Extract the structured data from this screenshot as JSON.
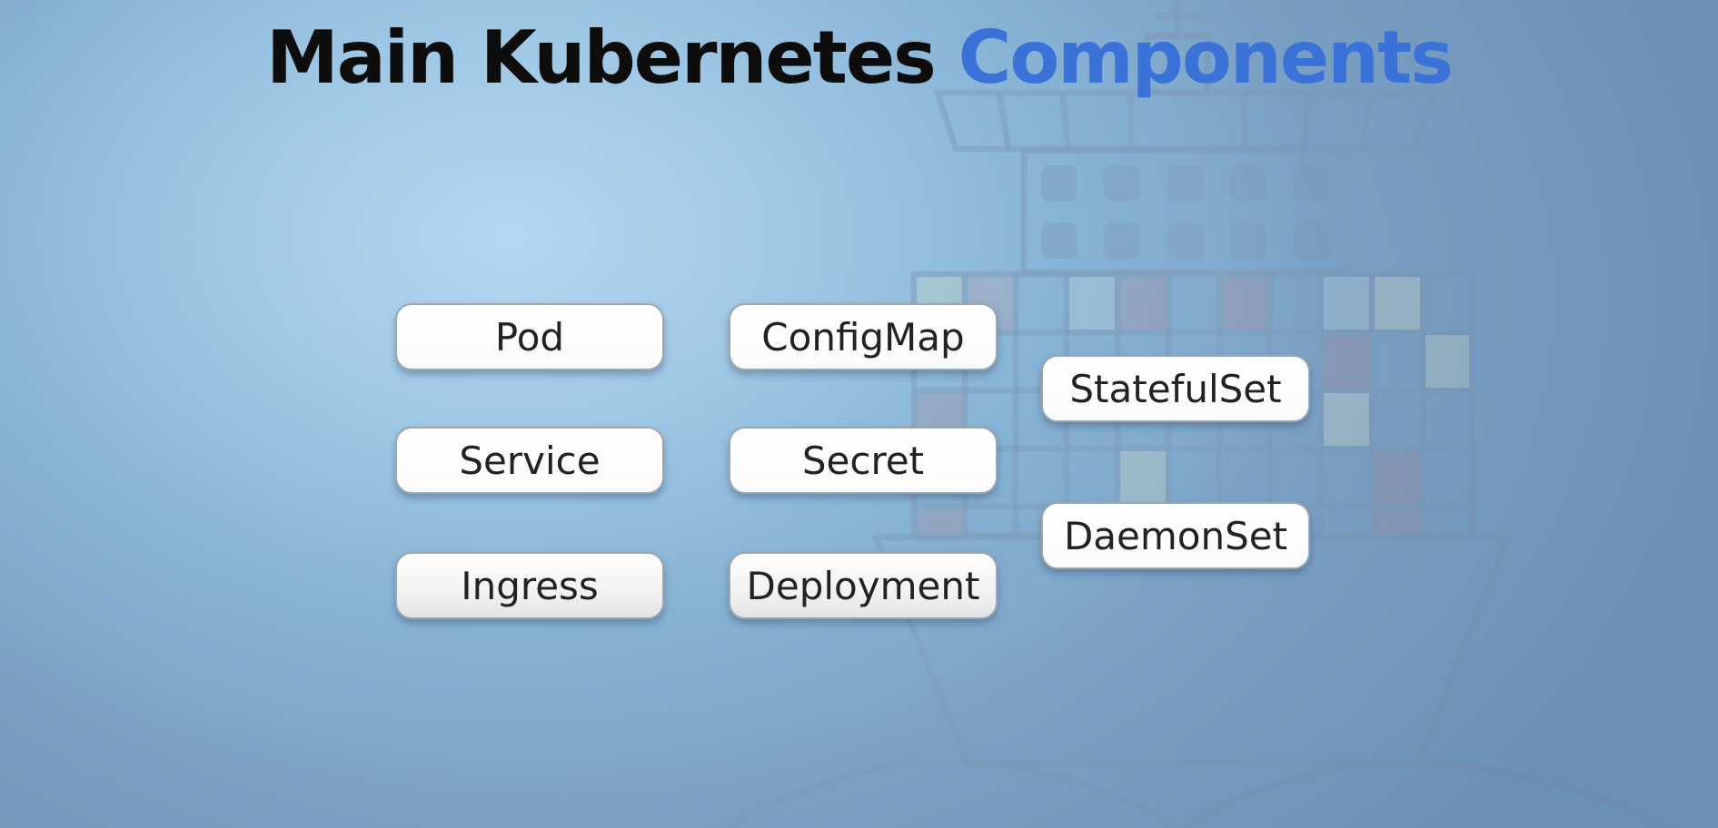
{
  "title": {
    "part1": "Main Kubernetes",
    "part2": "Components",
    "accent_color": "#3a72d8"
  },
  "components": [
    {
      "label": "Pod"
    },
    {
      "label": "Service"
    },
    {
      "label": "Ingress"
    },
    {
      "label": "ConfigMap"
    },
    {
      "label": "Secret"
    },
    {
      "label": "Deployment"
    },
    {
      "label": "StatefulSet"
    },
    {
      "label": "DaemonSet"
    }
  ],
  "background_illustration": "ship-icon"
}
